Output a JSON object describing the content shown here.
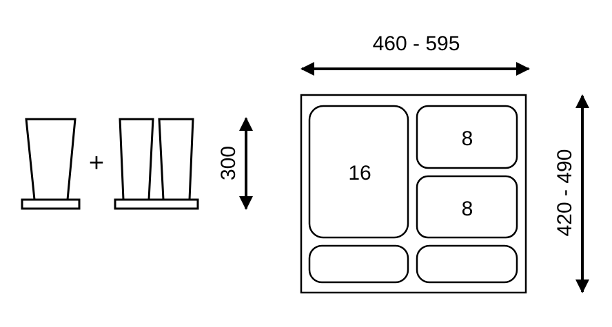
{
  "labels": {
    "width": "460 - 595",
    "depth": "420 - 490",
    "height": "300",
    "plus": "+"
  },
  "compartments": [
    {
      "name": "large",
      "value": "16"
    },
    {
      "name": "top-right",
      "value": "8"
    },
    {
      "name": "middle-right",
      "value": "8"
    },
    {
      "name": "bottom-left",
      "value": ""
    },
    {
      "name": "bottom-right",
      "value": ""
    }
  ],
  "colors": {
    "stroke": "#000000",
    "fill": "#ffffff"
  }
}
